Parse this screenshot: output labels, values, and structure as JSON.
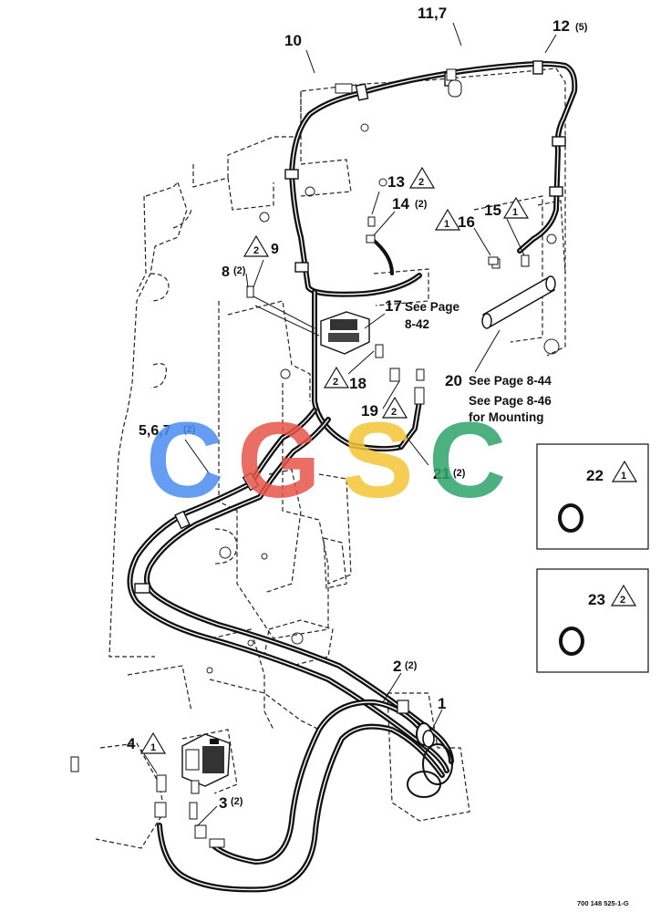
{
  "callouts": {
    "c1": "1",
    "c2": "2",
    "c2q": "(2)",
    "c3": "3",
    "c3q": "(2)",
    "c4": "4",
    "c4t": "1",
    "c567": "5,6,7",
    "c567q": "(2)",
    "c8": "8",
    "c8q": "(2)",
    "c9": "9",
    "c9t": "2",
    "c10": "10",
    "c117": "11,7",
    "c12": "12",
    "c12q": "(5)",
    "c13": "13",
    "c13t": "2",
    "c14": "14",
    "c14q": "(2)",
    "c15": "15",
    "c15t": "1",
    "c16": "16",
    "c16t": "1",
    "c17": "17",
    "c17note": "See Page",
    "c17page": "8-42",
    "c18": "18",
    "c18t": "2",
    "c19": "19",
    "c19t": "2",
    "c20": "20",
    "c20note1": "See Page 8-44",
    "c20note2": "See Page 8-46",
    "c20note3": "for Mounting",
    "c21": "21",
    "c21q": "(2)",
    "c22": "22",
    "c22t": "1",
    "c23": "23",
    "c23t": "2"
  },
  "watermark": "CGSC",
  "watermark_colors": {
    "c1": "#4a8df0",
    "g": "#e8554b",
    "s": "#f5c536",
    "c2": "#2fa36b"
  },
  "figure_ref": "700 148 525-1-G"
}
